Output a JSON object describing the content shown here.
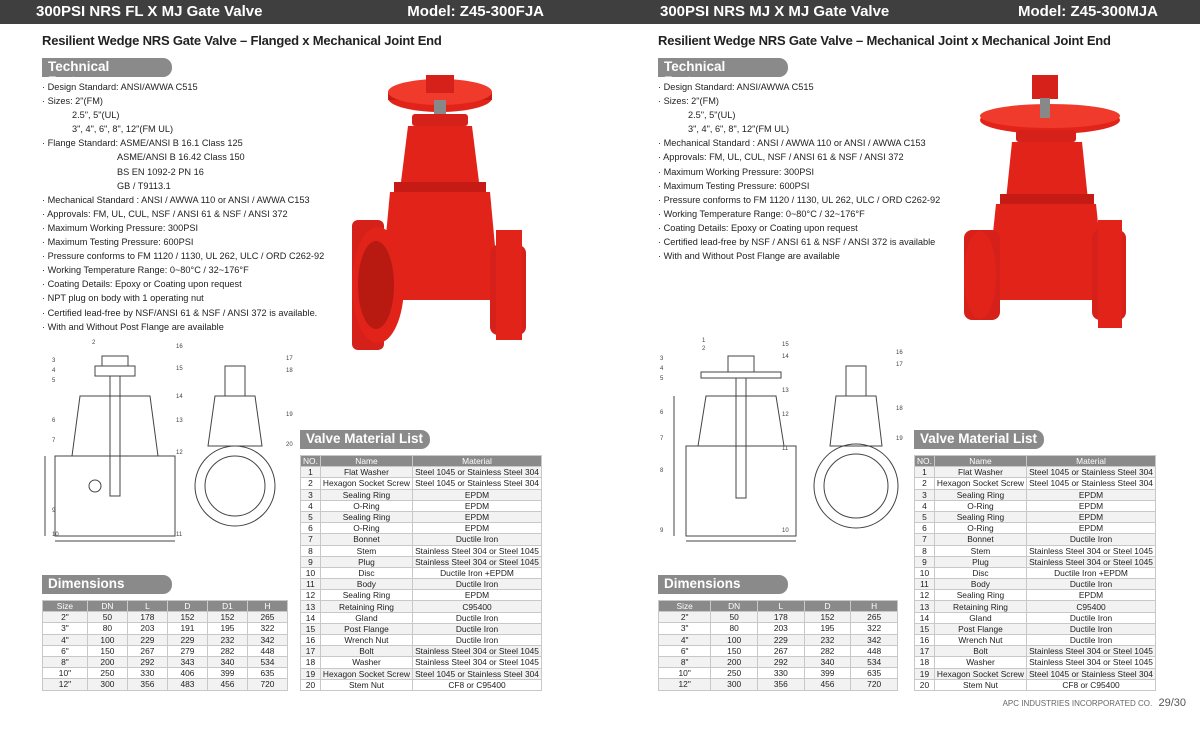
{
  "left": {
    "header_title": "300PSI NRS FL X MJ Gate Valve",
    "header_model": "Model: Z45-300FJA",
    "subtitle": "Resilient Wedge NRS Gate Valve – Flanged x Mechanical Joint End",
    "features_heading": "Technical Features",
    "features": [
      {
        "t": "· Design Standard: ANSI/AWWA C515",
        "c": ""
      },
      {
        "t": "· Sizes: 2\"(FM)",
        "c": ""
      },
      {
        "t": "2.5\", 5\"(UL)",
        "c": "ind1"
      },
      {
        "t": "3\", 4\", 6\", 8\", 12\"(FM UL)",
        "c": "ind1"
      },
      {
        "t": "· Flange Standard: ASME/ANSI B 16.1 Class 125",
        "c": ""
      },
      {
        "t": "ASME/ANSI B 16.42 Class 150",
        "c": "ind2"
      },
      {
        "t": "BS EN 1092-2 PN 16",
        "c": "ind2"
      },
      {
        "t": "GB / T9113.1",
        "c": "ind2"
      },
      {
        "t": "· Mechanical Standard : ANSI / AWWA 110 or ANSI / AWWA C153",
        "c": ""
      },
      {
        "t": "· Approvals: FM, UL, CUL, NSF / ANSI 61 & NSF / ANSI 372",
        "c": ""
      },
      {
        "t": "· Maximum Working Pressure: 300PSI",
        "c": ""
      },
      {
        "t": "· Maximum Testing Pressure: 600PSI",
        "c": ""
      },
      {
        "t": "· Pressure conforms to FM 1120 / 1130, UL 262, ULC / ORD C262-92",
        "c": ""
      },
      {
        "t": "· Working Temperature Range: 0~80°C / 32~176°F",
        "c": ""
      },
      {
        "t": "· Coating Details: Epoxy or Coating upon request",
        "c": ""
      },
      {
        "t": "· NPT plug on body with 1 operating nut",
        "c": ""
      },
      {
        "t": "· Certified lead-free by NSF/ANSI 61 & NSF / ANSI 372 is available.",
        "c": ""
      },
      {
        "t": "· With and Without Post Flange are available",
        "c": ""
      }
    ],
    "dimensions_heading": "Dimensions",
    "dim_headers": [
      "Size",
      "DN",
      "L",
      "D",
      "D1",
      "H"
    ],
    "dim_rows": [
      [
        "2\"",
        "50",
        "178",
        "152",
        "152",
        "265"
      ],
      [
        "3\"",
        "80",
        "203",
        "191",
        "195",
        "322"
      ],
      [
        "4\"",
        "100",
        "229",
        "229",
        "232",
        "342"
      ],
      [
        "6\"",
        "150",
        "267",
        "279",
        "282",
        "448"
      ],
      [
        "8\"",
        "200",
        "292",
        "343",
        "340",
        "534"
      ],
      [
        "10\"",
        "250",
        "330",
        "406",
        "399",
        "635"
      ],
      [
        "12\"",
        "300",
        "356",
        "483",
        "456",
        "720"
      ]
    ]
  },
  "right": {
    "header_title": "300PSI NRS MJ X MJ Gate Valve",
    "header_model": "Model: Z45-300MJA",
    "subtitle": "Resilient Wedge NRS Gate Valve – Mechanical Joint x Mechanical Joint End",
    "features_heading": "Technical Features",
    "features": [
      {
        "t": "· Design Standard: ANSI/AWWA C515",
        "c": ""
      },
      {
        "t": "· Sizes: 2\"(FM)",
        "c": ""
      },
      {
        "t": "2.5\", 5\"(UL)",
        "c": "ind1"
      },
      {
        "t": "3\", 4\", 6\", 8\", 12\"(FM UL)",
        "c": "ind1"
      },
      {
        "t": "· Mechanical Standard : ANSI / AWWA 110 or ANSI / AWWA C153",
        "c": ""
      },
      {
        "t": "· Approvals: FM, UL, CUL, NSF / ANSI 61 & NSF / ANSI 372",
        "c": ""
      },
      {
        "t": "· Maximum Working Pressure: 300PSI",
        "c": ""
      },
      {
        "t": "· Maximum Testing Pressure: 600PSI",
        "c": ""
      },
      {
        "t": "· Pressure conforms to FM 1120 / 1130, UL 262, ULC / ORD C262-92",
        "c": ""
      },
      {
        "t": "· Working Temperature Range: 0~80°C / 32~176°F",
        "c": ""
      },
      {
        "t": "· Coating Details: Epoxy or Coating upon request",
        "c": ""
      },
      {
        "t": "· Certified lead-free by NSF / ANSI 61 & NSF / ANSI 372 is available",
        "c": ""
      },
      {
        "t": "· With and Without Post Flange are available",
        "c": ""
      }
    ],
    "dimensions_heading": "Dimensions",
    "dim_headers": [
      "Size",
      "DN",
      "L",
      "D",
      "H"
    ],
    "dim_rows": [
      [
        "2\"",
        "50",
        "178",
        "152",
        "265"
      ],
      [
        "3\"",
        "80",
        "203",
        "195",
        "322"
      ],
      [
        "4\"",
        "100",
        "229",
        "232",
        "342"
      ],
      [
        "6\"",
        "150",
        "267",
        "282",
        "448"
      ],
      [
        "8\"",
        "200",
        "292",
        "340",
        "534"
      ],
      [
        "10\"",
        "250",
        "330",
        "399",
        "635"
      ],
      [
        "12\"",
        "300",
        "356",
        "456",
        "720"
      ]
    ]
  },
  "material_heading": "Valve Material List",
  "mat_headers": [
    "NO.",
    "Name",
    "Material"
  ],
  "mat_left": [
    [
      "1",
      "Flat Washer",
      "Steel 1045 or  Stainless Steel 304"
    ],
    [
      "2",
      "Hexagon Socket Screw",
      "Steel 1045 or  Stainless Steel 304"
    ],
    [
      "3",
      "Sealing Ring",
      "EPDM"
    ],
    [
      "4",
      "O-Ring",
      "EPDM"
    ],
    [
      "5",
      "Sealing Ring",
      "EPDM"
    ],
    [
      "6",
      "O-Ring",
      "EPDM"
    ],
    [
      "7",
      "Bonnet",
      "Ductile Iron"
    ],
    [
      "8",
      "Stem",
      "Stainless Steel 304 or Steel 1045"
    ],
    [
      "9",
      "Plug",
      "Stainless Steel 304 or Steel 1045"
    ],
    [
      "10",
      "Disc",
      "Ductile Iron +EPDM"
    ],
    [
      "11",
      "Body",
      "Ductile Iron"
    ],
    [
      "12",
      "Sealing Ring",
      "EPDM"
    ],
    [
      "13",
      "Retaining Ring",
      "C95400"
    ],
    [
      "14",
      "Gland",
      "Ductile Iron"
    ],
    [
      "15",
      "Post Flange",
      "Ductile Iron"
    ],
    [
      "16",
      "Wrench Nut",
      "Ductile Iron"
    ],
    [
      "17",
      "Bolt",
      "Stainless Steel 304 or Steel 1045"
    ],
    [
      "18",
      "Washer",
      "Stainless Steel 304 or Steel 1045"
    ],
    [
      "19",
      "Hexagon Socket Screw",
      "Steel 1045 or  Stainless Steel 304"
    ],
    [
      "20",
      "Stem Nut",
      "CF8 or C95400"
    ]
  ],
  "mat_right": [
    [
      "1",
      "Flat Washer",
      "Steel 1045 or  Stainless Steel 304"
    ],
    [
      "2",
      "Hexagon Socket Screw",
      "Steel 1045 or  Stainless Steel 304"
    ],
    [
      "3",
      "Sealing Ring",
      "EPDM"
    ],
    [
      "4",
      "O-Ring",
      "EPDM"
    ],
    [
      "5",
      "Sealing Ring",
      "EPDM"
    ],
    [
      "6",
      "O-Ring",
      "EPDM"
    ],
    [
      "7",
      "Bonnet",
      "Ductile Iron"
    ],
    [
      "8",
      "Stem",
      "Stainless Steel 304 or Steel 1045"
    ],
    [
      "9",
      "Plug",
      "Stainless Steel 304 or Steel 1045"
    ],
    [
      "10",
      "Disc",
      "Ductile Iron +EPDM"
    ],
    [
      "11",
      "Body",
      "Ductile Iron"
    ],
    [
      "12",
      "Sealing Ring",
      "EPDM"
    ],
    [
      "13",
      "Retaining Ring",
      "C95400"
    ],
    [
      "14",
      "Gland",
      "Ductile Iron"
    ],
    [
      "15",
      "Post Flange",
      "Ductile Iron"
    ],
    [
      "16",
      "Wrench Nut",
      "Ductile Iron"
    ],
    [
      "17",
      "Bolt",
      "Stainless Steel 304 or Steel 1045"
    ],
    [
      "18",
      "Washer",
      "Stainless Steel 304 or Steel 1045"
    ],
    [
      "19",
      "Hexagon Socket Screw",
      "Steel 1045 or  Stainless Steel 304"
    ],
    [
      "20",
      "Stem Nut",
      "CF8 or C95400"
    ]
  ],
  "footer": {
    "company": "APC INDUSTRIES INCORPORATED CO.",
    "page": "29/30"
  },
  "colors": {
    "valve_red": "#e2231a",
    "header_bg": "#3f3f3f",
    "section_bg": "#8a8a8a"
  }
}
